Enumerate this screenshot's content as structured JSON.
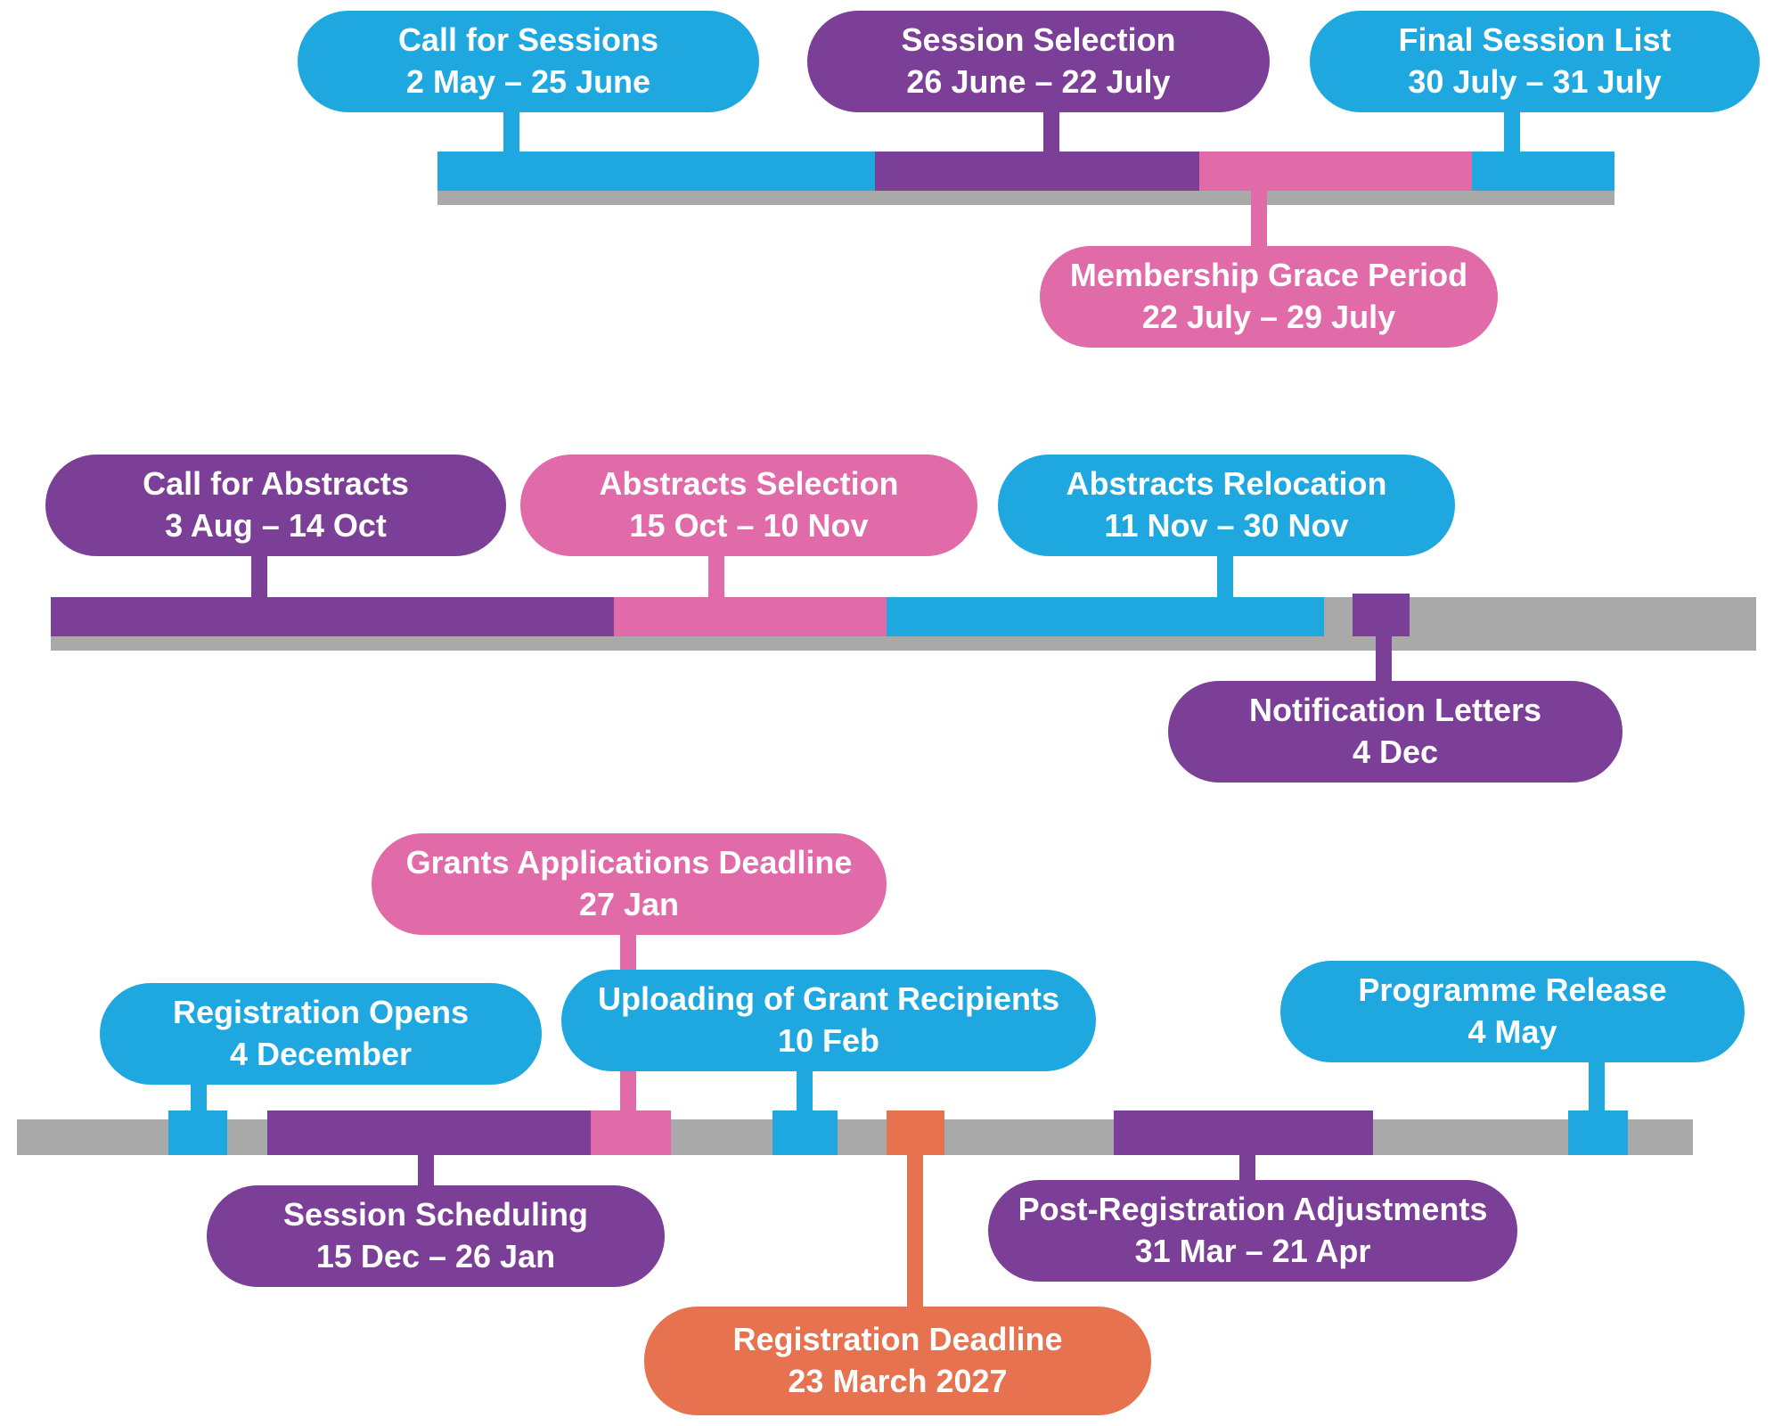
{
  "colors": {
    "blue": "#1fa8e0",
    "purple": "#7c3f97",
    "pink": "#e06ba8",
    "orange": "#e7724f",
    "gray": "#a9a9a9",
    "label_text": "#ffffff",
    "background": "#ffffff"
  },
  "timeline_rows": [
    {
      "events": {
        "call_for_sessions": {
          "title": "Call for Sessions",
          "dates": "2 May – 25 June",
          "color": "blue",
          "label_position": "above"
        },
        "session_selection": {
          "title": "Session Selection",
          "dates": "26 June – 22 July",
          "color": "purple",
          "label_position": "above"
        },
        "membership_grace_period": {
          "title": "Membership Grace Period",
          "dates": "22 July – 29 July",
          "color": "pink",
          "label_position": "below"
        },
        "final_session_list": {
          "title": "Final Session List",
          "dates": "30 July – 31 July",
          "color": "blue",
          "label_position": "above"
        }
      }
    },
    {
      "events": {
        "call_for_abstracts": {
          "title": "Call for Abstracts",
          "dates": "3 Aug – 14 Oct",
          "color": "purple",
          "label_position": "above"
        },
        "abstracts_selection": {
          "title": "Abstracts Selection",
          "dates": "15 Oct – 10 Nov",
          "color": "pink",
          "label_position": "above"
        },
        "abstracts_relocation": {
          "title": "Abstracts Relocation",
          "dates": "11 Nov – 30 Nov",
          "color": "blue",
          "label_position": "above"
        },
        "notification_letters": {
          "title": "Notification Letters",
          "dates": "4 Dec",
          "color": "purple",
          "label_position": "below"
        }
      }
    },
    {
      "events": {
        "registration_opens": {
          "title": "Registration Opens",
          "dates": "4 December",
          "color": "blue",
          "label_position": "above"
        },
        "session_scheduling": {
          "title": "Session Scheduling",
          "dates": "15 Dec – 26 Jan",
          "color": "purple",
          "label_position": "below"
        },
        "grants_applications_deadline": {
          "title": "Grants Applications Deadline",
          "dates": "27 Jan",
          "color": "pink",
          "label_position": "above"
        },
        "uploading_of_grant_recipients": {
          "title": "Uploading of Grant Recipients",
          "dates": "10 Feb",
          "color": "blue",
          "label_position": "above"
        },
        "registration_deadline": {
          "title": "Registration Deadline",
          "dates": "23 March 2027",
          "color": "orange",
          "label_position": "below"
        },
        "post_registration_adjustments": {
          "title": "Post-Registration Adjustments",
          "dates": "31 Mar – 21 Apr",
          "color": "purple",
          "label_position": "below"
        },
        "programme_release": {
          "title": "Programme Release",
          "dates": "4 May",
          "color": "blue",
          "label_position": "above"
        }
      }
    }
  ]
}
